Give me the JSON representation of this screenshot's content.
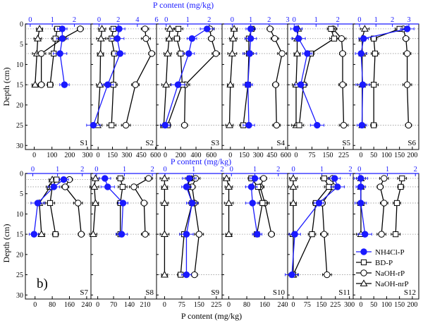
{
  "figure": {
    "top_axis_label": "P content (mg/kg)",
    "bottom_axis_label": "P content (mg/kg)",
    "y_axis_label": "Depth (cm)",
    "panel_letter": "b)",
    "colors": {
      "nh4cl": "#1a1aff",
      "other": "#000000",
      "guide": "#999999"
    }
  },
  "legend": [
    {
      "label": "NH4Cl-P",
      "marker": "circle-filled"
    },
    {
      "label": "BD-P",
      "marker": "square-open"
    },
    {
      "label": "NaOH-rP",
      "marker": "circle-open"
    },
    {
      "label": "NaOH-nrP",
      "marker": "triangle-open"
    }
  ],
  "chart_data": [
    {
      "type": "scatter",
      "name": "S1",
      "x_bottom_ticks": [
        "0",
        "100",
        "200",
        "300"
      ],
      "x_bottom_range": [
        -50,
        320
      ],
      "x_top_ticks": [
        "0",
        "1",
        "2"
      ],
      "x_top_range": [
        -0.22,
        2.75
      ],
      "y_ticks": [
        "0",
        "5",
        "10",
        "15",
        "20",
        "25",
        "30"
      ],
      "y_range": [
        0,
        31
      ],
      "depths": [
        1.2,
        3.6,
        7.3,
        15
      ],
      "NH4Cl-P": [
        1.45,
        1.45,
        1.35,
        1.55
      ],
      "BD-P": [
        130,
        120,
        110,
        90
      ],
      "NaOH-rP": [
        260,
        160,
        40,
        40
      ],
      "NaOH-nrP": [
        30,
        20,
        15,
        5
      ]
    },
    {
      "type": "scatter",
      "name": "S2",
      "x_bottom_ticks": [
        "0",
        "150",
        "300",
        "450",
        "600"
      ],
      "x_bottom_range": [
        -75,
        610
      ],
      "x_top_ticks": [
        "0",
        "2",
        "4",
        "6"
      ],
      "x_top_range": [
        -0.85,
        6.0
      ],
      "y_ticks": [],
      "y_range": [
        0,
        31
      ],
      "depths": [
        1.2,
        3.6,
        7.3,
        15,
        25
      ],
      "NH4Cl-P": [
        2.1,
        1.9,
        2.2,
        0.9,
        -0.6
      ],
      "BD-P": [
        160,
        140,
        170,
        160,
        140
      ],
      "NaOH-rP": [
        490,
        500,
        560,
        390,
        290
      ],
      "NaOH-nrP": [
        40,
        30,
        25,
        20,
        -5
      ]
    },
    {
      "type": "scatter",
      "name": "S3",
      "x_bottom_ticks": [
        "0",
        "200",
        "400",
        "600"
      ],
      "x_bottom_range": [
        -115,
        740
      ],
      "x_top_ticks": [
        "0",
        "1",
        "2"
      ],
      "x_top_range": [
        -0.45,
        2.6
      ],
      "y_ticks": [],
      "y_range": [
        0,
        31
      ],
      "depths": [
        1.2,
        3.6,
        7.3,
        15,
        25
      ],
      "NH4Cl-P": [
        1.9,
        1.2,
        1.05,
        0.55,
        -0.05
      ],
      "BD-P": [
        170,
        150,
        200,
        220,
        30
      ],
      "NaOH-rP": [
        580,
        600,
        660,
        260,
        250
      ],
      "NaOH-nrP": [
        60,
        50,
        30,
        10,
        -20
      ]
    },
    {
      "type": "scatter",
      "name": "S4",
      "x_bottom_ticks": [
        "0",
        "150",
        "300",
        "450",
        "600"
      ],
      "x_bottom_range": [
        -90,
        620
      ],
      "x_top_ticks": [
        "0",
        "1",
        "2",
        "3"
      ],
      "x_top_range": [
        -0.55,
        3.0
      ],
      "y_ticks": [],
      "y_range": [
        0,
        31
      ],
      "depths": [
        1.2,
        3.6,
        7.3,
        15,
        25
      ],
      "NH4Cl-P": [
        1.0,
        1.0,
        0.95,
        0.85,
        0.9
      ],
      "BD-P": [
        230,
        200,
        200,
        190,
        140
      ],
      "NaOH-rP": [
        430,
        480,
        560,
        490,
        500
      ],
      "NaOH-nrP": [
        40,
        30,
        20,
        0,
        -10
      ]
    },
    {
      "type": "scatter",
      "name": "S5",
      "x_bottom_ticks": [
        "0",
        "75",
        "150",
        "225"
      ],
      "x_bottom_range": [
        -40,
        270
      ],
      "x_top_ticks": [
        "0",
        "1",
        "2"
      ],
      "x_top_range": [
        -0.3,
        2.7
      ],
      "y_ticks": [],
      "y_range": [
        0,
        31
      ],
      "depths": [
        1.2,
        3.6,
        7.3,
        15,
        25
      ],
      "NH4Cl-P": [
        0.1,
        0.2,
        0.6,
        0.3,
        1.05
      ],
      "BD-P": [
        165,
        180,
        70,
        35,
        15
      ],
      "NaOH-rP": [
        175,
        215,
        220,
        220,
        225
      ],
      "NaOH-nrP": [
        10,
        5,
        5,
        0,
        0
      ]
    },
    {
      "type": "scatter",
      "name": "S6",
      "x_bottom_ticks": [
        "0",
        "50",
        "100",
        "150",
        "200"
      ],
      "x_bottom_range": [
        -30,
        225
      ],
      "x_top_ticks": [
        "0",
        "1",
        "2",
        "3"
      ],
      "x_top_range": [
        -0.38,
        3.6
      ],
      "y_ticks": [],
      "y_range": [
        0,
        31
      ],
      "depths": [
        1.2,
        3.6,
        7.3,
        15,
        25
      ],
      "NH4Cl-P": [
        2.9,
        0.25,
        0.1,
        0.2,
        0.15
      ],
      "BD-P": [
        150,
        50,
        55,
        50,
        50
      ],
      "NaOH-rP": [
        165,
        175,
        180,
        180,
        185
      ],
      "NaOH-nrP": [
        15,
        5,
        5,
        5,
        5
      ]
    },
    {
      "type": "scatter",
      "name": "S7",
      "x_bottom_ticks": [
        "0",
        "80",
        "160",
        "240"
      ],
      "x_bottom_range": [
        -45,
        260
      ],
      "x_top_ticks": [
        "0",
        "1",
        "2"
      ],
      "x_top_range": [
        -0.3,
        2.35
      ],
      "y_ticks": [
        "0",
        "5",
        "10",
        "15",
        "20",
        "25",
        "30"
      ],
      "y_range": [
        0,
        31
      ],
      "depths": [
        1.5,
        3.3,
        7.3,
        15
      ],
      "NH4Cl-P": [
        1.25,
        0.85,
        0.2,
        0.05
      ],
      "BD-P": [
        100,
        80,
        70,
        95
      ],
      "NaOH-rP": [
        160,
        140,
        200,
        215
      ],
      "NaOH-nrP": [
        80,
        70,
        20,
        30
      ]
    },
    {
      "type": "scatter",
      "name": "S8",
      "x_bottom_ticks": [
        "0",
        "70",
        "140",
        "210"
      ],
      "x_bottom_range": [
        -30,
        260
      ],
      "x_top_ticks": [
        "0",
        "1",
        "2"
      ],
      "x_top_range": [
        -0.2,
        2.15
      ],
      "y_ticks": [],
      "y_range": [
        0,
        31
      ],
      "depths": [
        1.2,
        3.3,
        7.3,
        15
      ],
      "NH4Cl-P": [
        0.3,
        0.4,
        0.95,
        0.9
      ],
      "BD-P": [
        100,
        110,
        100,
        100
      ],
      "NaOH-rP": [
        225,
        160,
        205,
        210
      ],
      "NaOH-nrP": [
        -10,
        -15,
        -10,
        -20
      ]
    },
    {
      "type": "scatter",
      "name": "S9",
      "x_bottom_ticks": [
        "0",
        "75",
        "150",
        "225"
      ],
      "x_bottom_range": [
        -35,
        250
      ],
      "x_top_ticks": [
        "0",
        "1",
        "2"
      ],
      "x_top_range": [
        -0.3,
        2.0
      ],
      "y_ticks": [],
      "y_range": [
        0,
        31
      ],
      "depths": [
        1.2,
        3.3,
        7.3,
        15,
        25
      ],
      "NH4Cl-P": [
        0.85,
        0.75,
        0.95,
        0.75,
        0.75
      ],
      "BD-P": [
        110,
        100,
        120,
        85,
        70
      ],
      "NaOH-rP": [
        135,
        120,
        130,
        150,
        130
      ],
      "NaOH-nrP": [
        0,
        0,
        0,
        0,
        0
      ]
    },
    {
      "type": "scatter",
      "name": "S10",
      "x_bottom_ticks": [
        "0",
        "80",
        "160",
        "240"
      ],
      "x_bottom_range": [
        -30,
        262
      ],
      "x_top_ticks": [
        "0",
        "1",
        "2"
      ],
      "x_top_range": [
        -0.4,
        2.4
      ],
      "y_ticks": [],
      "y_range": [
        0,
        31
      ],
      "depths": [
        1.2,
        3.3,
        7.3,
        15
      ],
      "NH4Cl-P": [
        1.0,
        0.85,
        0.9,
        1.1
      ],
      "BD-P": [
        100,
        130,
        150,
        125
      ],
      "NaOH-rP": [
        155,
        140,
        160,
        190
      ],
      "NaOH-nrP": [
        -10,
        0,
        0,
        0
      ]
    },
    {
      "type": "scatter",
      "name": "S11",
      "x_bottom_ticks": [
        "0",
        "75",
        "150",
        "225",
        "300"
      ],
      "x_bottom_range": [
        -30,
        320
      ],
      "x_top_ticks": [
        "0",
        "1",
        "2"
      ],
      "x_top_range": [
        -0.2,
        2.1
      ],
      "y_ticks": [],
      "y_range": [
        0,
        31
      ],
      "depths": [
        1.2,
        3.3,
        7.3,
        15,
        25
      ],
      "NH4Cl-P": [
        1.45,
        1.55,
        0.9,
        0.05,
        -0.05
      ],
      "BD-P": [
        165,
        190,
        120,
        100,
        0
      ],
      "NaOH-rP": [
        210,
        215,
        155,
        165,
        180
      ],
      "NaOH-nrP": [
        0,
        0,
        0,
        0,
        0
      ]
    },
    {
      "type": "scatter",
      "name": "S12",
      "x_bottom_ticks": [
        "0",
        "50",
        "100",
        "150",
        "200"
      ],
      "x_bottom_range": [
        -30,
        225
      ],
      "x_top_ticks": [
        "0",
        "1",
        "2"
      ],
      "x_top_range": [
        -0.22,
        2.12
      ],
      "y_ticks": [],
      "y_range": [
        0,
        31
      ],
      "depths": [
        1.2,
        3.3,
        7.3,
        15
      ],
      "NH4Cl-P": [
        0.05,
        0.05,
        0.05,
        0.2
      ],
      "BD-P": [
        160,
        155,
        140,
        135
      ],
      "NaOH-rP": [
        90,
        75,
        90,
        80
      ],
      "NaOH-nrP": [
        0,
        0,
        0,
        0
      ]
    }
  ]
}
